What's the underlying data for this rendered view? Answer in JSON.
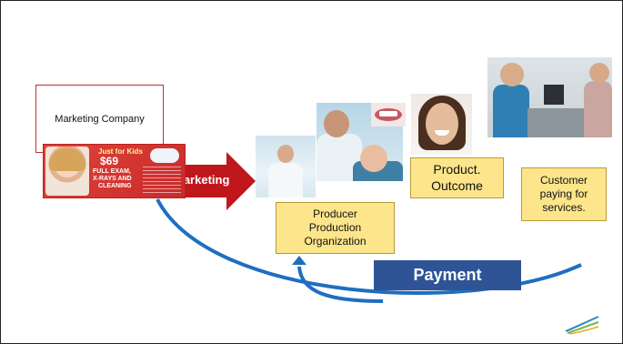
{
  "marketing_company": {
    "label": "Marketing Company"
  },
  "ad_flyer": {
    "line1": "Just for Kids",
    "line2": "$69",
    "line3": "FULL EXAM,",
    "line4": "X-RAYS AND",
    "line5": "CLEANING"
  },
  "arrow": {
    "label": "Marketing"
  },
  "producer_box": {
    "lines": [
      "Producer",
      "Production",
      "Organization"
    ]
  },
  "outcome_box": {
    "lines": [
      "Product.",
      "Outcome"
    ]
  },
  "customer_box": {
    "lines": [
      "Customer",
      "paying for",
      "services."
    ]
  },
  "payment": {
    "label": "Payment"
  },
  "colors": {
    "arrow_red": "#c0171c",
    "box_yellow": "#fde58b",
    "payment_blue": "#2f5496",
    "curve_blue": "#1f6fbf"
  },
  "icons": {
    "corner_logo": "swoosh-logo-icon"
  }
}
